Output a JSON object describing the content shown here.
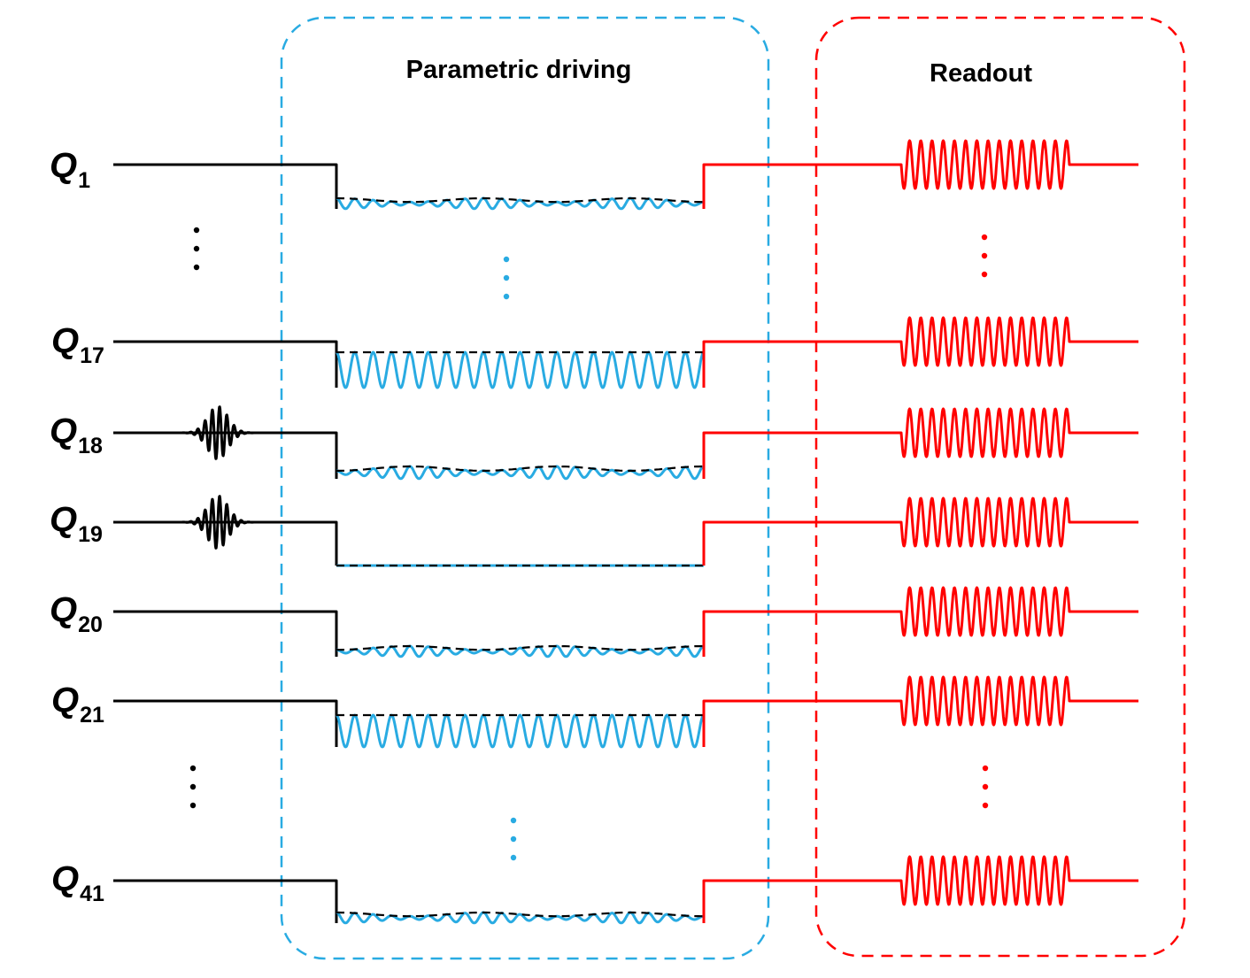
{
  "boxes": {
    "parametric_title": "Parametric driving",
    "readout_title": "Readout"
  },
  "colors": {
    "drive": "#29abe2",
    "readout": "#ff0000",
    "line": "#000000"
  },
  "qubits": [
    {
      "letter": "Q",
      "index": "1",
      "pi_pulse": false,
      "drive_amplitude": 0.3,
      "envelope_modulation": 0.7
    },
    {
      "letter": "Q",
      "index": "17",
      "pi_pulse": false,
      "drive_amplitude": 1.0,
      "envelope_modulation": 0.0
    },
    {
      "letter": "Q",
      "index": "18",
      "pi_pulse": true,
      "drive_amplitude": 0.35,
      "envelope_modulation": 0.7
    },
    {
      "letter": "Q",
      "index": "19",
      "pi_pulse": true,
      "drive_amplitude": 0.0,
      "envelope_modulation": 0.1
    },
    {
      "letter": "Q",
      "index": "20",
      "pi_pulse": false,
      "drive_amplitude": 0.3,
      "envelope_modulation": 0.7
    },
    {
      "letter": "Q",
      "index": "21",
      "pi_pulse": false,
      "drive_amplitude": 0.9,
      "envelope_modulation": 0.0
    },
    {
      "letter": "Q",
      "index": "41",
      "pi_pulse": false,
      "drive_amplitude": 0.3,
      "envelope_modulation": 0.7
    }
  ],
  "ellipsis_icons": [
    "vertical-ellipsis-icon"
  ]
}
